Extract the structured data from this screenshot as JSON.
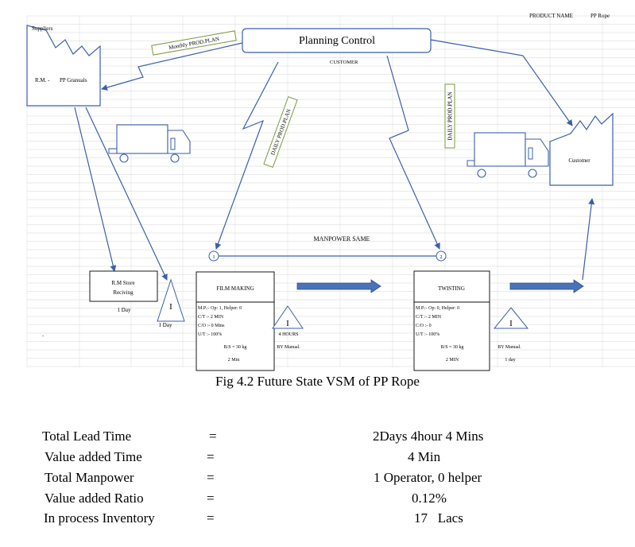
{
  "header": {
    "product_label": "PRODUCT NAME",
    "product_value": "PP Rope"
  },
  "nodes": {
    "supplier": {
      "title": "Suppliers",
      "rm_label": "R.M. -",
      "rm_value": "PP Granuals"
    },
    "planning": {
      "title": "Planning Control",
      "sub": "CUSTOMER"
    },
    "customer": {
      "title": "Customer"
    },
    "rm_store": {
      "line1": "R.M Store",
      "line2": "Reciving",
      "time": "1 Day"
    },
    "film": {
      "title": "FILM MAKING",
      "data": [
        "M.P.:- Op: 1, Helper: 0",
        "C/T :- 2 MIN",
        "C/O :- 0 Mins",
        "U/T :- 100%"
      ],
      "bs": "B/S = 30 kg",
      "time": "2 Min"
    },
    "twist": {
      "title": "TWISTING",
      "data": [
        "M.P.:- Op: 0, Helper: 0",
        "C/T :- 2 MIN",
        "C/O :- 0",
        "U/T :- 100%"
      ],
      "bs": "B/S = 30 kg",
      "time": "2 MIN"
    }
  },
  "inventory": {
    "inv1": {
      "symbol": "I",
      "time": "1 Day"
    },
    "inv2": {
      "symbol": "I",
      "time": "4 HOURS",
      "note": "BY Manual."
    },
    "inv3": {
      "symbol": "I",
      "time": "1 day",
      "note": "BY Manual."
    }
  },
  "labels": {
    "monthly": "Monthly PROD.PLAN",
    "daily1": "DAILY PROD.PLAN",
    "daily2": "DAILY PROD.PLAN",
    "manpower": "MANPOWER SAME",
    "op1": "1",
    "op2": "2",
    "dot": "."
  },
  "caption": "Fig 4.2 Future State VSM of PP Rope",
  "metrics": [
    {
      "label": "Total Lead Time",
      "eq": "=",
      "value": "2Days 4hour 4 Mins"
    },
    {
      "label": "Value added Time",
      "eq": "=",
      "value": "4 Min"
    },
    {
      "label": "Total Manpower",
      "eq": "=",
      "value": "1 Operator, 0 helper"
    },
    {
      "label": "Value added Ratio",
      "eq": "=",
      "value": "0.12%"
    },
    {
      "label": "In process Inventory",
      "eq": "=",
      "value": "17   Lacs"
    }
  ]
}
